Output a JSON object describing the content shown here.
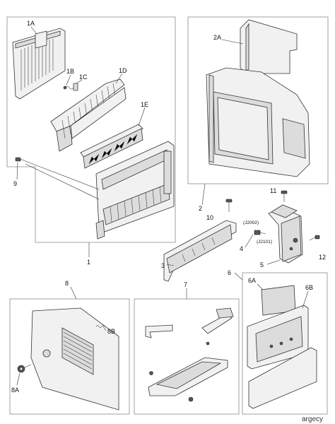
{
  "diagram": {
    "labels": {
      "l1": "1",
      "l1A": "1A",
      "l1B": "1B",
      "l1C": "1C",
      "l1D": "1D",
      "l1E": "1E",
      "l2": "2",
      "l2A": "2A",
      "l3": "3",
      "l4": "4",
      "l5": "5",
      "l6": "6",
      "l6A": "6A",
      "l6B": "6B",
      "l7": "7",
      "l8": "8",
      "l8A": "8A",
      "l8B": "8B",
      "l9": "9",
      "l10": "10",
      "l11": "11",
      "l12": "12",
      "j2002": "(J2002)",
      "j2101": "(J2101)"
    },
    "watermark": "argecy"
  }
}
